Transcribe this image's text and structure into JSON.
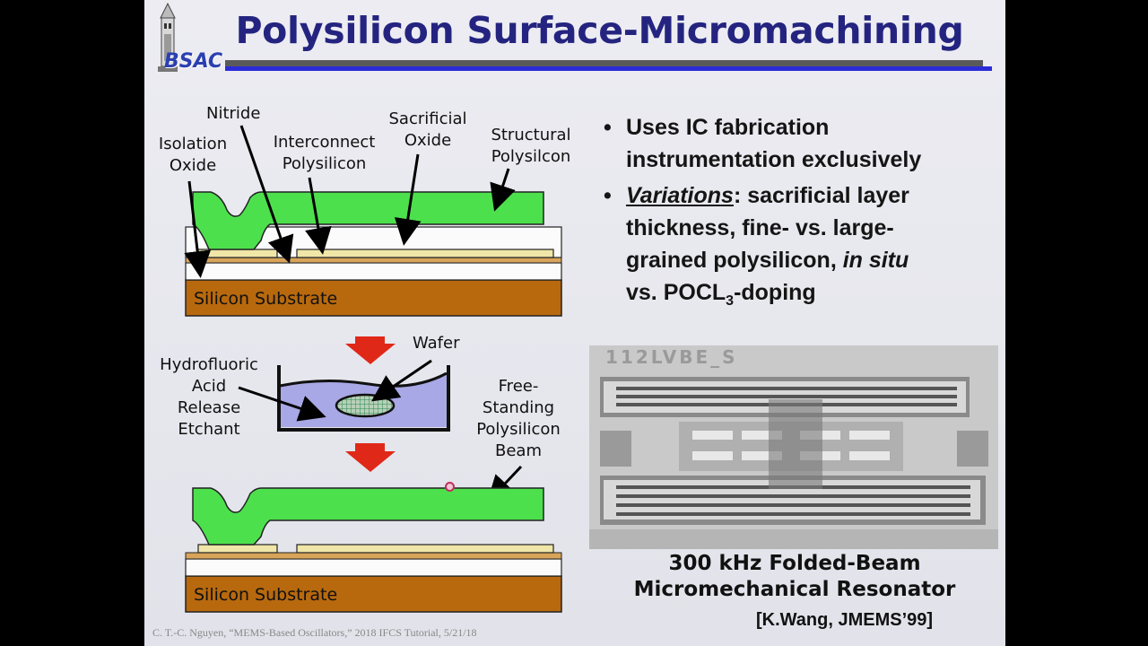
{
  "slide": {
    "title": "Polysilicon Surface-Micromachining",
    "logo_text": "BSAC",
    "footer": "C. T.-C. Nguyen, “MEMS-Based Oscillators,” 2018 IFCS Tutorial, 5/21/18"
  },
  "diagram": {
    "labels": {
      "nitride": "Nitride",
      "isolation_oxide_1": "Isolation",
      "isolation_oxide_2": "Oxide",
      "interconnect_1": "Interconnect",
      "interconnect_2": "Polysilicon",
      "sacrificial_1": "Sacrificial",
      "sacrificial_2": "Oxide",
      "structural_1": "Structural",
      "structural_2": "Polysilcon",
      "substrate_top": "Silicon Substrate",
      "wafer": "Wafer",
      "hf_1": "Hydrofluoric",
      "hf_2": "Acid",
      "hf_3": "Release",
      "hf_4": "Etchant",
      "fs_1": "Free-",
      "fs_2": "Standing",
      "fs_3": "Polysilicon",
      "fs_4": "Beam",
      "substrate_bottom": "Silicon Substrate"
    },
    "colors": {
      "structural_poly": "#4de04d",
      "substrate": "#b8690e",
      "interconnect_poly": "#f0e6a8",
      "nitride": "#d8a45a",
      "hf_bath": "#a8a8e6",
      "arrow": "#e02818"
    }
  },
  "bullets": {
    "b1_line1": "Uses IC fabrication",
    "b1_line2": "instrumentation exclusively",
    "b2_variations": "Variations",
    "b2_colon": ": sacrificial layer",
    "b2_line2": "thickness, fine- vs. large-",
    "b2_line3_a": "grained polysilicon, ",
    "b2_line3_b": "in situ",
    "b2_line4_a": "vs. POCL",
    "b2_line4_sub": "3",
    "b2_line4_b": "-doping"
  },
  "image": {
    "sem_text": "112LVBE_S",
    "caption_line1": "300 kHz Folded-Beam",
    "caption_line2": "Micromechanical Resonator",
    "reference": "[K.Wang, JMEMS’99]"
  }
}
